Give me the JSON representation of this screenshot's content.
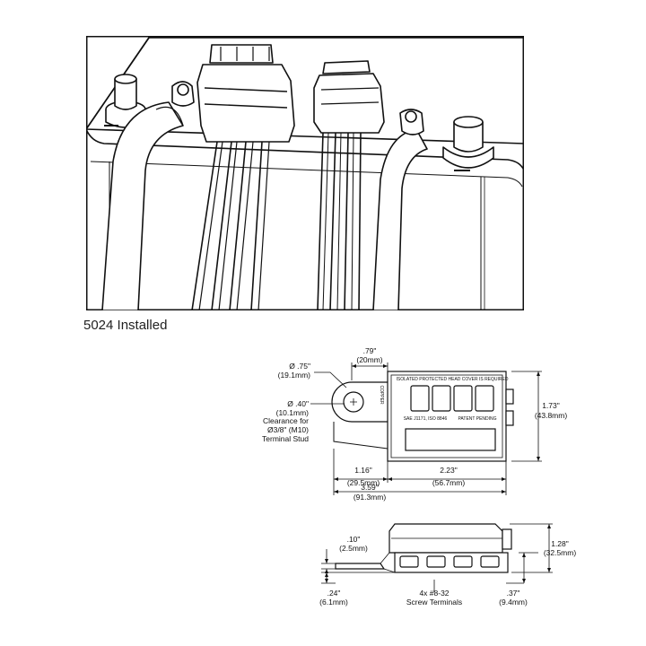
{
  "caption": "5024 Installed",
  "top_view": {
    "label_cover_line1": "ISOLATED PROTECTED HEAD COVER IS REQUIRED",
    "label_cover_line2_left": "SAE J1171, ISO 8846",
    "label_cover_line2_right": "PATENT PENDING",
    "terminal_mark": "COPPER",
    "dims": {
      "d_075_in": "Ø .75\"",
      "d_075_mm": "(19.1mm)",
      "d_040_in": "Ø .40\"",
      "d_040_mm": "(10.1mm)",
      "clearance_1": "Clearance for",
      "clearance_2": "Ø3/8\" (M10)",
      "clearance_3": "Terminal Stud",
      "w_079_in": ".79\"",
      "w_079_mm": "(20mm)",
      "h_173_in": "1.73\"",
      "h_173_mm": "(43.8mm)",
      "w_116_in": "1.16\"",
      "w_116_mm": "(29.5mm)",
      "w_223_in": "2.23\"",
      "w_223_mm": "(56.7mm)",
      "w_359_in": "3.59\"",
      "w_359_mm": "(91.3mm)"
    }
  },
  "side_view": {
    "dims": {
      "t_010_in": ".10\"",
      "t_010_mm": "(2.5mm)",
      "h_128_in": "1.28\"",
      "h_128_mm": "(32.5mm)",
      "h_024_in": ".24\"",
      "h_024_mm": "(6.1mm)",
      "h_037_in": ".37\"",
      "h_037_mm": "(9.4mm)",
      "screws_1": "4x #8-32",
      "screws_2": "Screw Terminals"
    }
  }
}
